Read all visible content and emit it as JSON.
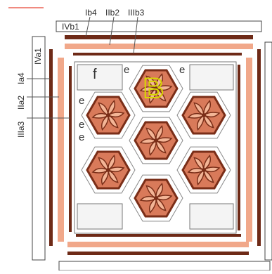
{
  "labels": {
    "ib4": "Ib4",
    "iib2": "IIb2",
    "iiib3": "IIIb3",
    "ivb1": "IVb1",
    "iva1": "IVa1",
    "ia4": "Ia4",
    "iia2": "IIa2",
    "iiia3": "IIIa3",
    "f": "f",
    "e": "e",
    "B": "B"
  },
  "colors": {
    "salmon": "#f1a88a",
    "dark_brown": "#6e2a17",
    "hex_fill": "#d97a5a",
    "hex_border": "#7a2e18",
    "petal_light": "#f3b596",
    "highlight_B": "#d8d800",
    "top_red_mark": "#f08a80"
  }
}
